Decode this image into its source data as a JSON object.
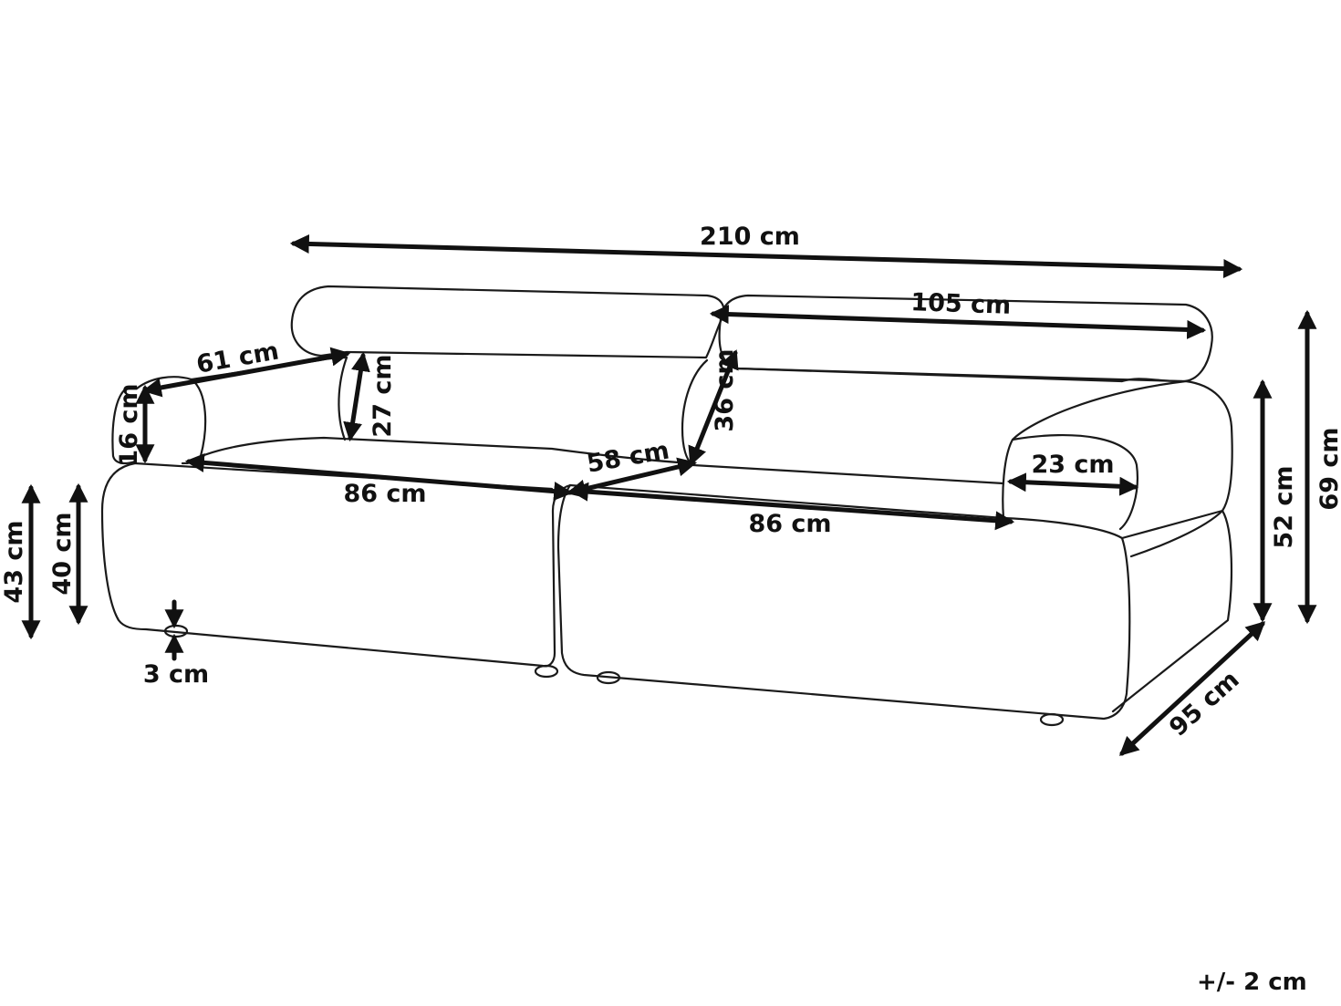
{
  "dimensions": {
    "total_width": "210 cm",
    "backrest_width": "105 cm",
    "armrest_depth": "61 cm",
    "armrest_height": "16 cm",
    "backrest_height_left": "27 cm",
    "backrest_height_right": "36 cm",
    "seat_depth": "58 cm",
    "seat_width_left": "86 cm",
    "seat_width_right": "86 cm",
    "armrest_width": "23 cm",
    "armrest_total_height": "52 cm",
    "total_height": "69 cm",
    "total_depth": "95 cm",
    "height_43": "43 cm",
    "seat_height": "40 cm",
    "leg_height": "3 cm"
  },
  "tolerance": "+/- 2 cm"
}
